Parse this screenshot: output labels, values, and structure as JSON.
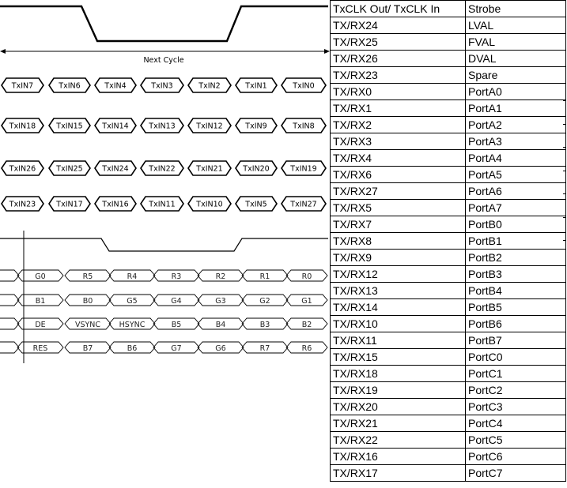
{
  "timing": {
    "next_cycle_label": "Next Cycle",
    "tx_rows": [
      [
        "TxIN7",
        "TxIN6",
        "TxIN4",
        "TxIN3",
        "TxIN2",
        "TxIN1",
        "TxIN0"
      ],
      [
        "TxIN18",
        "TxIN15",
        "TxIN14",
        "TxIN13",
        "TxIN12",
        "TxIN9",
        "TxIN8"
      ],
      [
        "TxIN26",
        "TxIN25",
        "TxIN24",
        "TxIN22",
        "TxIN21",
        "TxIN20",
        "TxIN19"
      ],
      [
        "TxIN23",
        "TxIN17",
        "TxIN16",
        "TxIN11",
        "TxIN10",
        "TxIN5",
        "TxIN27"
      ]
    ],
    "rgb_rows": [
      [
        "G0",
        "R5",
        "R4",
        "R3",
        "R2",
        "R1",
        "R0"
      ],
      [
        "B1",
        "B0",
        "G5",
        "G4",
        "G3",
        "G2",
        "G1"
      ],
      [
        "DE",
        "VSYNC",
        "HSYNC",
        "B5",
        "B4",
        "B3",
        "B2"
      ],
      [
        "RES",
        "B7",
        "B6",
        "G7",
        "G6",
        "R7",
        "R6"
      ]
    ]
  },
  "pin_table": {
    "rows": [
      [
        "TxCLK Out/ TxCLK In",
        "Strobe"
      ],
      [
        "TX/RX24",
        "LVAL"
      ],
      [
        "TX/RX25",
        "FVAL"
      ],
      [
        "TX/RX26",
        "DVAL"
      ],
      [
        "TX/RX23",
        "Spare"
      ],
      [
        "TX/RX0",
        "PortA0"
      ],
      [
        "TX/RX1",
        "PortA1"
      ],
      [
        "TX/RX2",
        "PortA2"
      ],
      [
        "TX/RX3",
        "PortA3"
      ],
      [
        "TX/RX4",
        "PortA4"
      ],
      [
        "TX/RX6",
        "PortA5"
      ],
      [
        "TX/RX27",
        "PortA6"
      ],
      [
        "TX/RX5",
        "PortA7"
      ],
      [
        "TX/RX7",
        "PortB0"
      ],
      [
        "TX/RX8",
        "PortB1"
      ],
      [
        "TX/RX9",
        "PortB2"
      ],
      [
        "TX/RX12",
        "PortB3"
      ],
      [
        "TX/RX13",
        "PortB4"
      ],
      [
        "TX/RX14",
        "PortB5"
      ],
      [
        "TX/RX10",
        "PortB6"
      ],
      [
        "TX/RX11",
        "PortB7"
      ],
      [
        "TX/RX15",
        "PortC0"
      ],
      [
        "TX/RX18",
        "PortC1"
      ],
      [
        "TX/RX19",
        "PortC2"
      ],
      [
        "TX/RX20",
        "PortC3"
      ],
      [
        "TX/RX21",
        "PortC4"
      ],
      [
        "TX/RX22",
        "PortC5"
      ],
      [
        "TX/RX16",
        "PortC6"
      ],
      [
        "TX/RX17",
        "PortC7"
      ]
    ]
  }
}
